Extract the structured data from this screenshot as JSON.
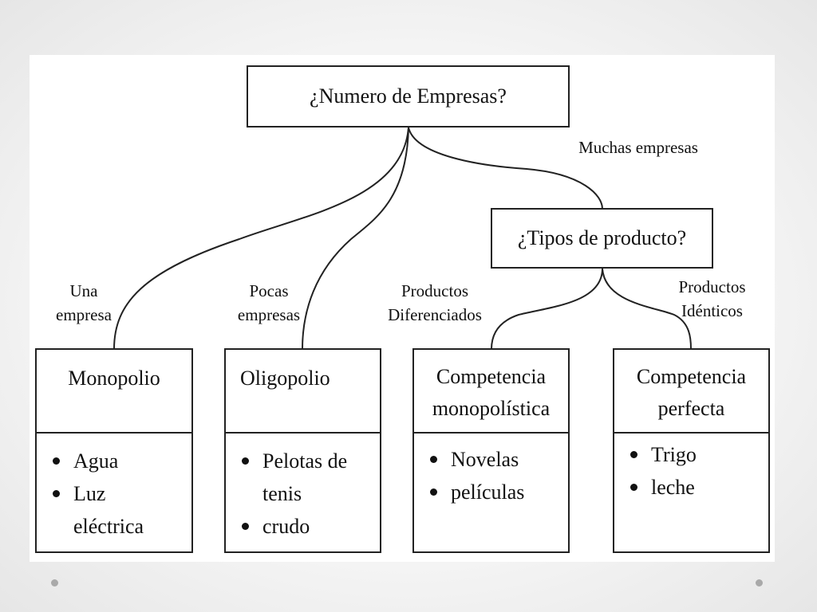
{
  "diagram": {
    "root": {
      "label": "¿Numero de Empresas?"
    },
    "sub": {
      "label": "¿Tipos de producto?"
    },
    "edges": {
      "una": [
        "Una",
        "empresa"
      ],
      "pocas": [
        "Pocas",
        "empresas"
      ],
      "muchas": [
        "Muchas empresas"
      ],
      "diferenciados": [
        "Productos",
        "Diferenciados"
      ],
      "identicos": [
        "Productos",
        "Idénticos"
      ]
    },
    "markets": [
      {
        "title": [
          "Monopolio"
        ],
        "items": [
          "Agua",
          "Luz eléctrica"
        ]
      },
      {
        "title": [
          "Oligopolio"
        ],
        "items": [
          "Pelotas de tenis",
          "crudo"
        ]
      },
      {
        "title": [
          "Competencia",
          "monopolística"
        ],
        "items": [
          "Novelas",
          "películas"
        ]
      },
      {
        "title": [
          "Competencia",
          "perfecta"
        ],
        "items": [
          "Trigo",
          "leche"
        ]
      }
    ]
  }
}
